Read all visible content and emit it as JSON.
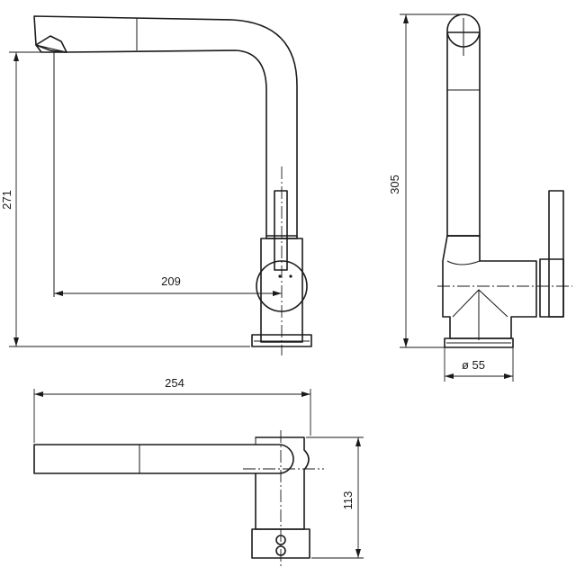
{
  "dimensions": {
    "spout_height": "271",
    "spout_reach": "209",
    "total_height": "305",
    "base_diameter": "ø 55",
    "total_length": "254",
    "base_depth": "113"
  }
}
